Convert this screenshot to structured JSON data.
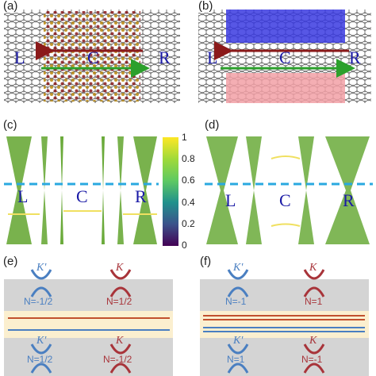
{
  "panels": {
    "a": "(a)",
    "b": "(b)",
    "c": "(c)",
    "d": "(d)",
    "e": "(e)",
    "f": "(f)"
  },
  "regions": {
    "left": "L",
    "center": "C",
    "right": "R"
  },
  "colorbar": {
    "ticks": [
      "1",
      "0.8",
      "0.6",
      "0.4",
      "0.2",
      "0"
    ],
    "colors": [
      "#fde725",
      "#a0da39",
      "#4ac16d",
      "#1fa187",
      "#277f8e",
      "#365c8d",
      "#46327e",
      "#440154"
    ]
  },
  "valleys": {
    "k": "K",
    "kprime": "K'"
  },
  "panel_e": {
    "n_top_kprime": "N=-1/2",
    "n_top_k": "N=1/2",
    "n_bottom_kprime": "N=1/2",
    "n_bottom_k": "N=-1/2"
  },
  "panel_f": {
    "n_top_kprime": "N=-1",
    "n_top_k": "N=1",
    "n_bottom_kprime": "N=1",
    "n_bottom_k": "N=-1"
  },
  "colors": {
    "blue": "#4a7fc1",
    "red": "#a8343a",
    "green": "#2ca02c",
    "darkred": "#8b1a1a",
    "band": "#6aaa3a",
    "dashed": "#29a8e0",
    "gray": "#d4d4d4",
    "cream": "#fbefcf"
  }
}
